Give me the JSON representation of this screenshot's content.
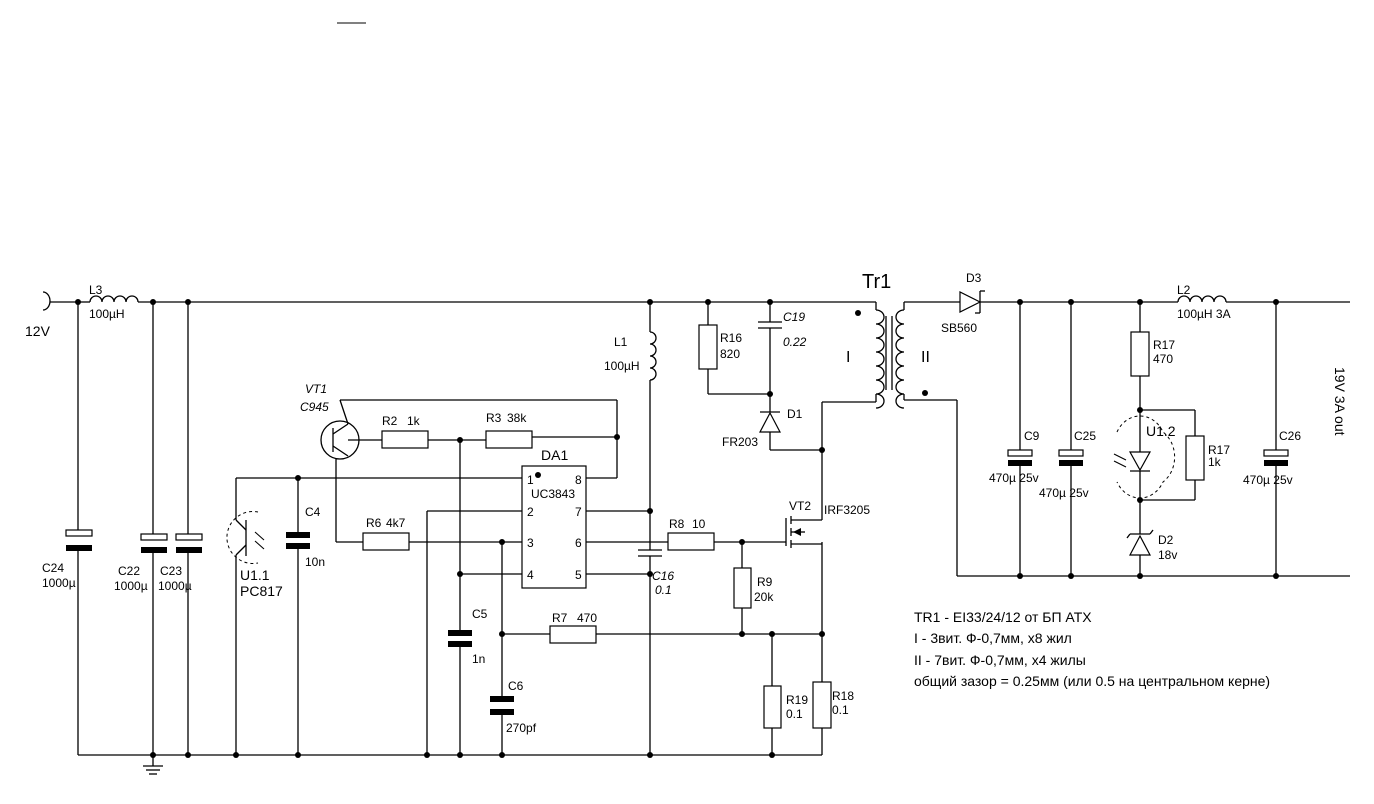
{
  "title_bar": "",
  "input_label": "12V",
  "output_label": "19V 3A out",
  "transformer": {
    "ref": "Tr1",
    "primary": "I",
    "secondary": "II"
  },
  "components": {
    "L3": {
      "ref": "L3",
      "value": "100µH"
    },
    "L1": {
      "ref": "L1",
      "value": "100µH"
    },
    "L2": {
      "ref": "L2",
      "value": "100µH 3A"
    },
    "C24": {
      "ref": "C24",
      "value": "1000µ"
    },
    "C22": {
      "ref": "C22",
      "value": "1000µ"
    },
    "C23": {
      "ref": "C23",
      "value": "1000µ"
    },
    "C4": {
      "ref": "C4",
      "value": "10n"
    },
    "C5": {
      "ref": "C5",
      "value": "1n"
    },
    "C6": {
      "ref": "C6",
      "value": "270pf"
    },
    "C16": {
      "ref": "C16",
      "value": "0.1"
    },
    "C19": {
      "ref": "C19",
      "value": "0.22"
    },
    "C9": {
      "ref": "C9",
      "value": "470µ 25v"
    },
    "C25": {
      "ref": "C25",
      "value": "470µ 25v"
    },
    "C26": {
      "ref": "C26",
      "value": "470µ 25v"
    },
    "R2": {
      "ref": "R2",
      "value": "1k"
    },
    "R3": {
      "ref": "R3",
      "value": "38k"
    },
    "R6": {
      "ref": "R6",
      "value": "4k7"
    },
    "R7": {
      "ref": "R7",
      "value": "470"
    },
    "R8": {
      "ref": "R8",
      "value": "10"
    },
    "R9": {
      "ref": "R9",
      "value": "20k"
    },
    "R16": {
      "ref": "R16",
      "value": "820"
    },
    "R17a": {
      "ref": "R17",
      "value": "470"
    },
    "R17b": {
      "ref": "R17",
      "value": "1k"
    },
    "R18": {
      "ref": "R18",
      "value": "0.1"
    },
    "R19": {
      "ref": "R19",
      "value": "0.1"
    },
    "VT1": {
      "ref": "VT1",
      "value": "C945"
    },
    "VT2": {
      "ref": "VT2",
      "value": "IRF3205"
    },
    "D1": {
      "ref": "D1",
      "value": "FR203"
    },
    "D2": {
      "ref": "D2",
      "value": "18v"
    },
    "D3": {
      "ref": "D3",
      "value": "SB560"
    },
    "U11": {
      "ref": "U1.1",
      "value": "PC817"
    },
    "U12": {
      "ref": "U1.2"
    },
    "DA1": {
      "ref": "DA1",
      "value": "UC3843",
      "pins": [
        "1",
        "2",
        "3",
        "4",
        "5",
        "6",
        "7",
        "8"
      ]
    }
  },
  "notes": [
    "TR1 - EI33/24/12  от БП ATX",
    "I - 3вит.  Ф-0,7мм,  x8 жил",
    "II - 7вит. Ф-0,7мм,  x4 жилы",
    "общий зазор = 0.25мм (или 0.5 на центральном керне)"
  ]
}
